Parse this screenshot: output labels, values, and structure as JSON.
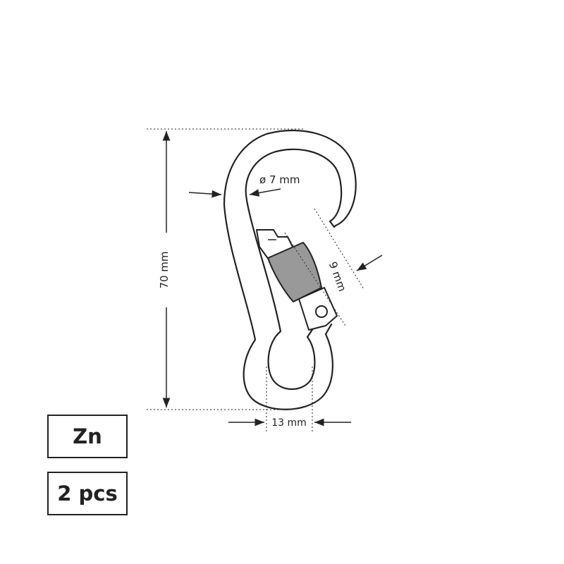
{
  "dimensions": {
    "length": "70 mm",
    "wire_diameter": "ø 7 mm",
    "gate_opening": "9 mm",
    "eye_width": "13 mm"
  },
  "badges": {
    "material": "Zn",
    "quantity": "2 pcs"
  },
  "colors": {
    "line": "#222222",
    "sleeve": "#999999",
    "background": "#ffffff"
  }
}
